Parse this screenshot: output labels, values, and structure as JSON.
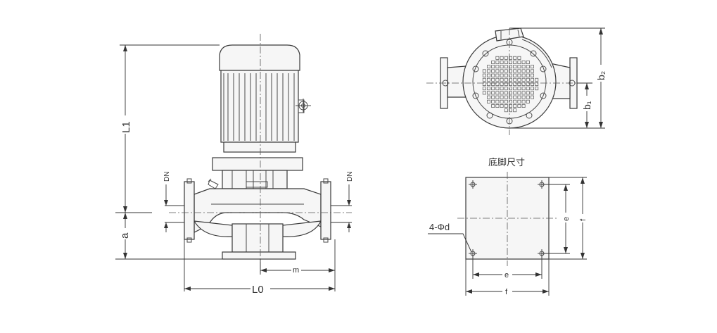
{
  "labels": {
    "L1": "L1",
    "a": "a",
    "DN_left": "DN",
    "DN_right": "DN",
    "m": "m",
    "L0": "L0",
    "b2": "b₂",
    "b1": "b₁",
    "base_title": "底脚尺寸",
    "hole_label": "4-Φd",
    "e_vertical": "e",
    "f_vertical": "f",
    "e_horizontal": "e",
    "f_horizontal": "f"
  },
  "colors": {
    "line": "#3a3a3a",
    "body_fill": "#f6f6f6",
    "background": "#ffffff"
  }
}
